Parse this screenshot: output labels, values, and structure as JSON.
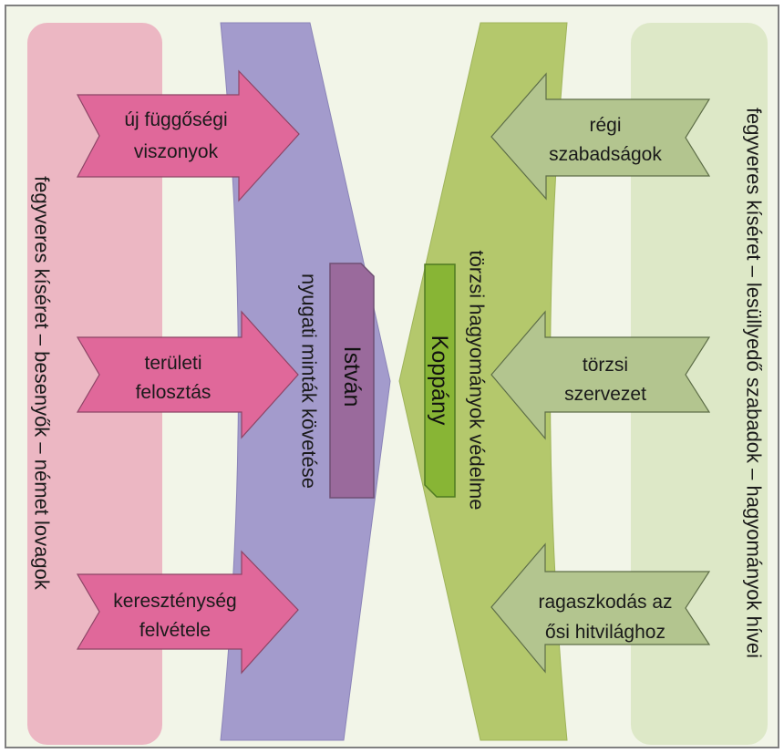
{
  "colors": {
    "frame": "#808080",
    "background": "#f2f5e8",
    "left_band": "#ecb7c3",
    "right_band": "#dde8c7",
    "purple_chevron": "#a39bcc",
    "green_chevron": "#b4c86c",
    "pink_arrow": "#e0689a",
    "green_arrow": "#b3c58f",
    "istvan_box": "#9a6a9c",
    "koppany_box": "#88b535",
    "stroke": "#555555"
  },
  "left_band": {
    "text": "fegyveres kíséret – besenyők – német lovagok"
  },
  "right_band": {
    "text": "fegyveres kíséret – lesüllyedő szabadok – hagyományok hívei"
  },
  "purple_chevron": {
    "text": "nyugati minták követése"
  },
  "green_chevron": {
    "text": "törzsi hagyományok védelme"
  },
  "istvan": {
    "name": "István"
  },
  "koppany": {
    "name": "Koppány"
  },
  "left_arrows": [
    {
      "line1": "új függőségi",
      "line2": "viszonyok"
    },
    {
      "line1": "területi",
      "line2": "felosztás"
    },
    {
      "line1": "kereszténység",
      "line2": "felvétele"
    }
  ],
  "right_arrows": [
    {
      "line1": "régi",
      "line2": "szabadságok"
    },
    {
      "line1": "törzsi",
      "line2": "szervezet"
    },
    {
      "line1": "ragaszkodás az",
      "line2": "ősi hitvilághoz"
    }
  ]
}
